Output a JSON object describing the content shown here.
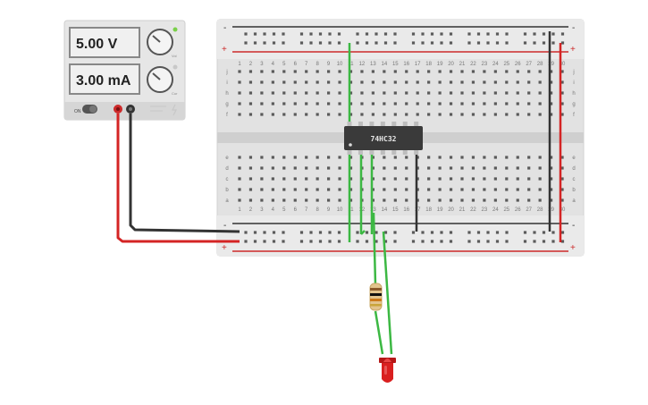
{
  "power_supply": {
    "voltage_display": "5.00 V",
    "current_display": "3.00 mA",
    "voltage_knob_label": "Vol",
    "current_knob_label": "Cur",
    "power_switch_label": "ON",
    "voltage_indicator_color": "#7ad04a",
    "current_indicator_color": "#c8c8c8",
    "positive_terminal_color": "#cc2a2a",
    "negative_terminal_color": "#333333"
  },
  "breadboard": {
    "column_count": 30,
    "top_row_labels": [
      "j",
      "i",
      "h",
      "g",
      "f"
    ],
    "bottom_row_labels": [
      "e",
      "d",
      "c",
      "b",
      "a"
    ],
    "rail_plus_label": "+",
    "rail_minus_label": "-",
    "plus_rail_color": "#cc2a2a",
    "minus_rail_color": "#333333"
  },
  "ic_chip": {
    "label": "74HC32"
  },
  "components": {
    "resistor_bands": [
      "#8b5a2b",
      "#111111",
      "#cc7a1a",
      "#c9a43a"
    ],
    "led_color": "#d91f1f"
  },
  "wire_colors": {
    "red": "#d42424",
    "black": "#333333",
    "green": "#3cb843"
  }
}
